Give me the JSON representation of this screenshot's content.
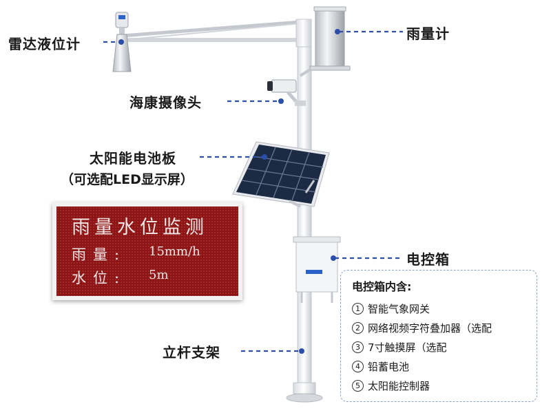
{
  "callouts": {
    "radar_level_gauge": "雷达液位计",
    "rain_gauge": "雨量计",
    "hikvision_camera": "海康摄像头",
    "solar_panel": "太阳能电池板",
    "solar_panel_option": "（可选配LED显示屏）",
    "control_box": "电控箱",
    "pole_mount": "立杆支架"
  },
  "led_display": {
    "title": "雨量水位监测",
    "rain_label": "雨量:",
    "rain_value": "15mm/h",
    "water_label": "水位:",
    "water_value": "5m"
  },
  "control_box_contents": {
    "title": "电控箱内含:",
    "items": [
      {
        "num": "1",
        "text": "智能气象网关"
      },
      {
        "num": "2",
        "text": "网络视频字符叠加器（选配"
      },
      {
        "num": "3",
        "text": "7寸触摸屏（选配"
      },
      {
        "num": "4",
        "text": "铅蓄电池"
      },
      {
        "num": "5",
        "text": "太阳能控制器"
      }
    ]
  },
  "colors": {
    "leader_line": "#2b4fa8",
    "led_background": "#8a1414",
    "pole": "#f1f2f4",
    "panel": "#1d2a44"
  }
}
